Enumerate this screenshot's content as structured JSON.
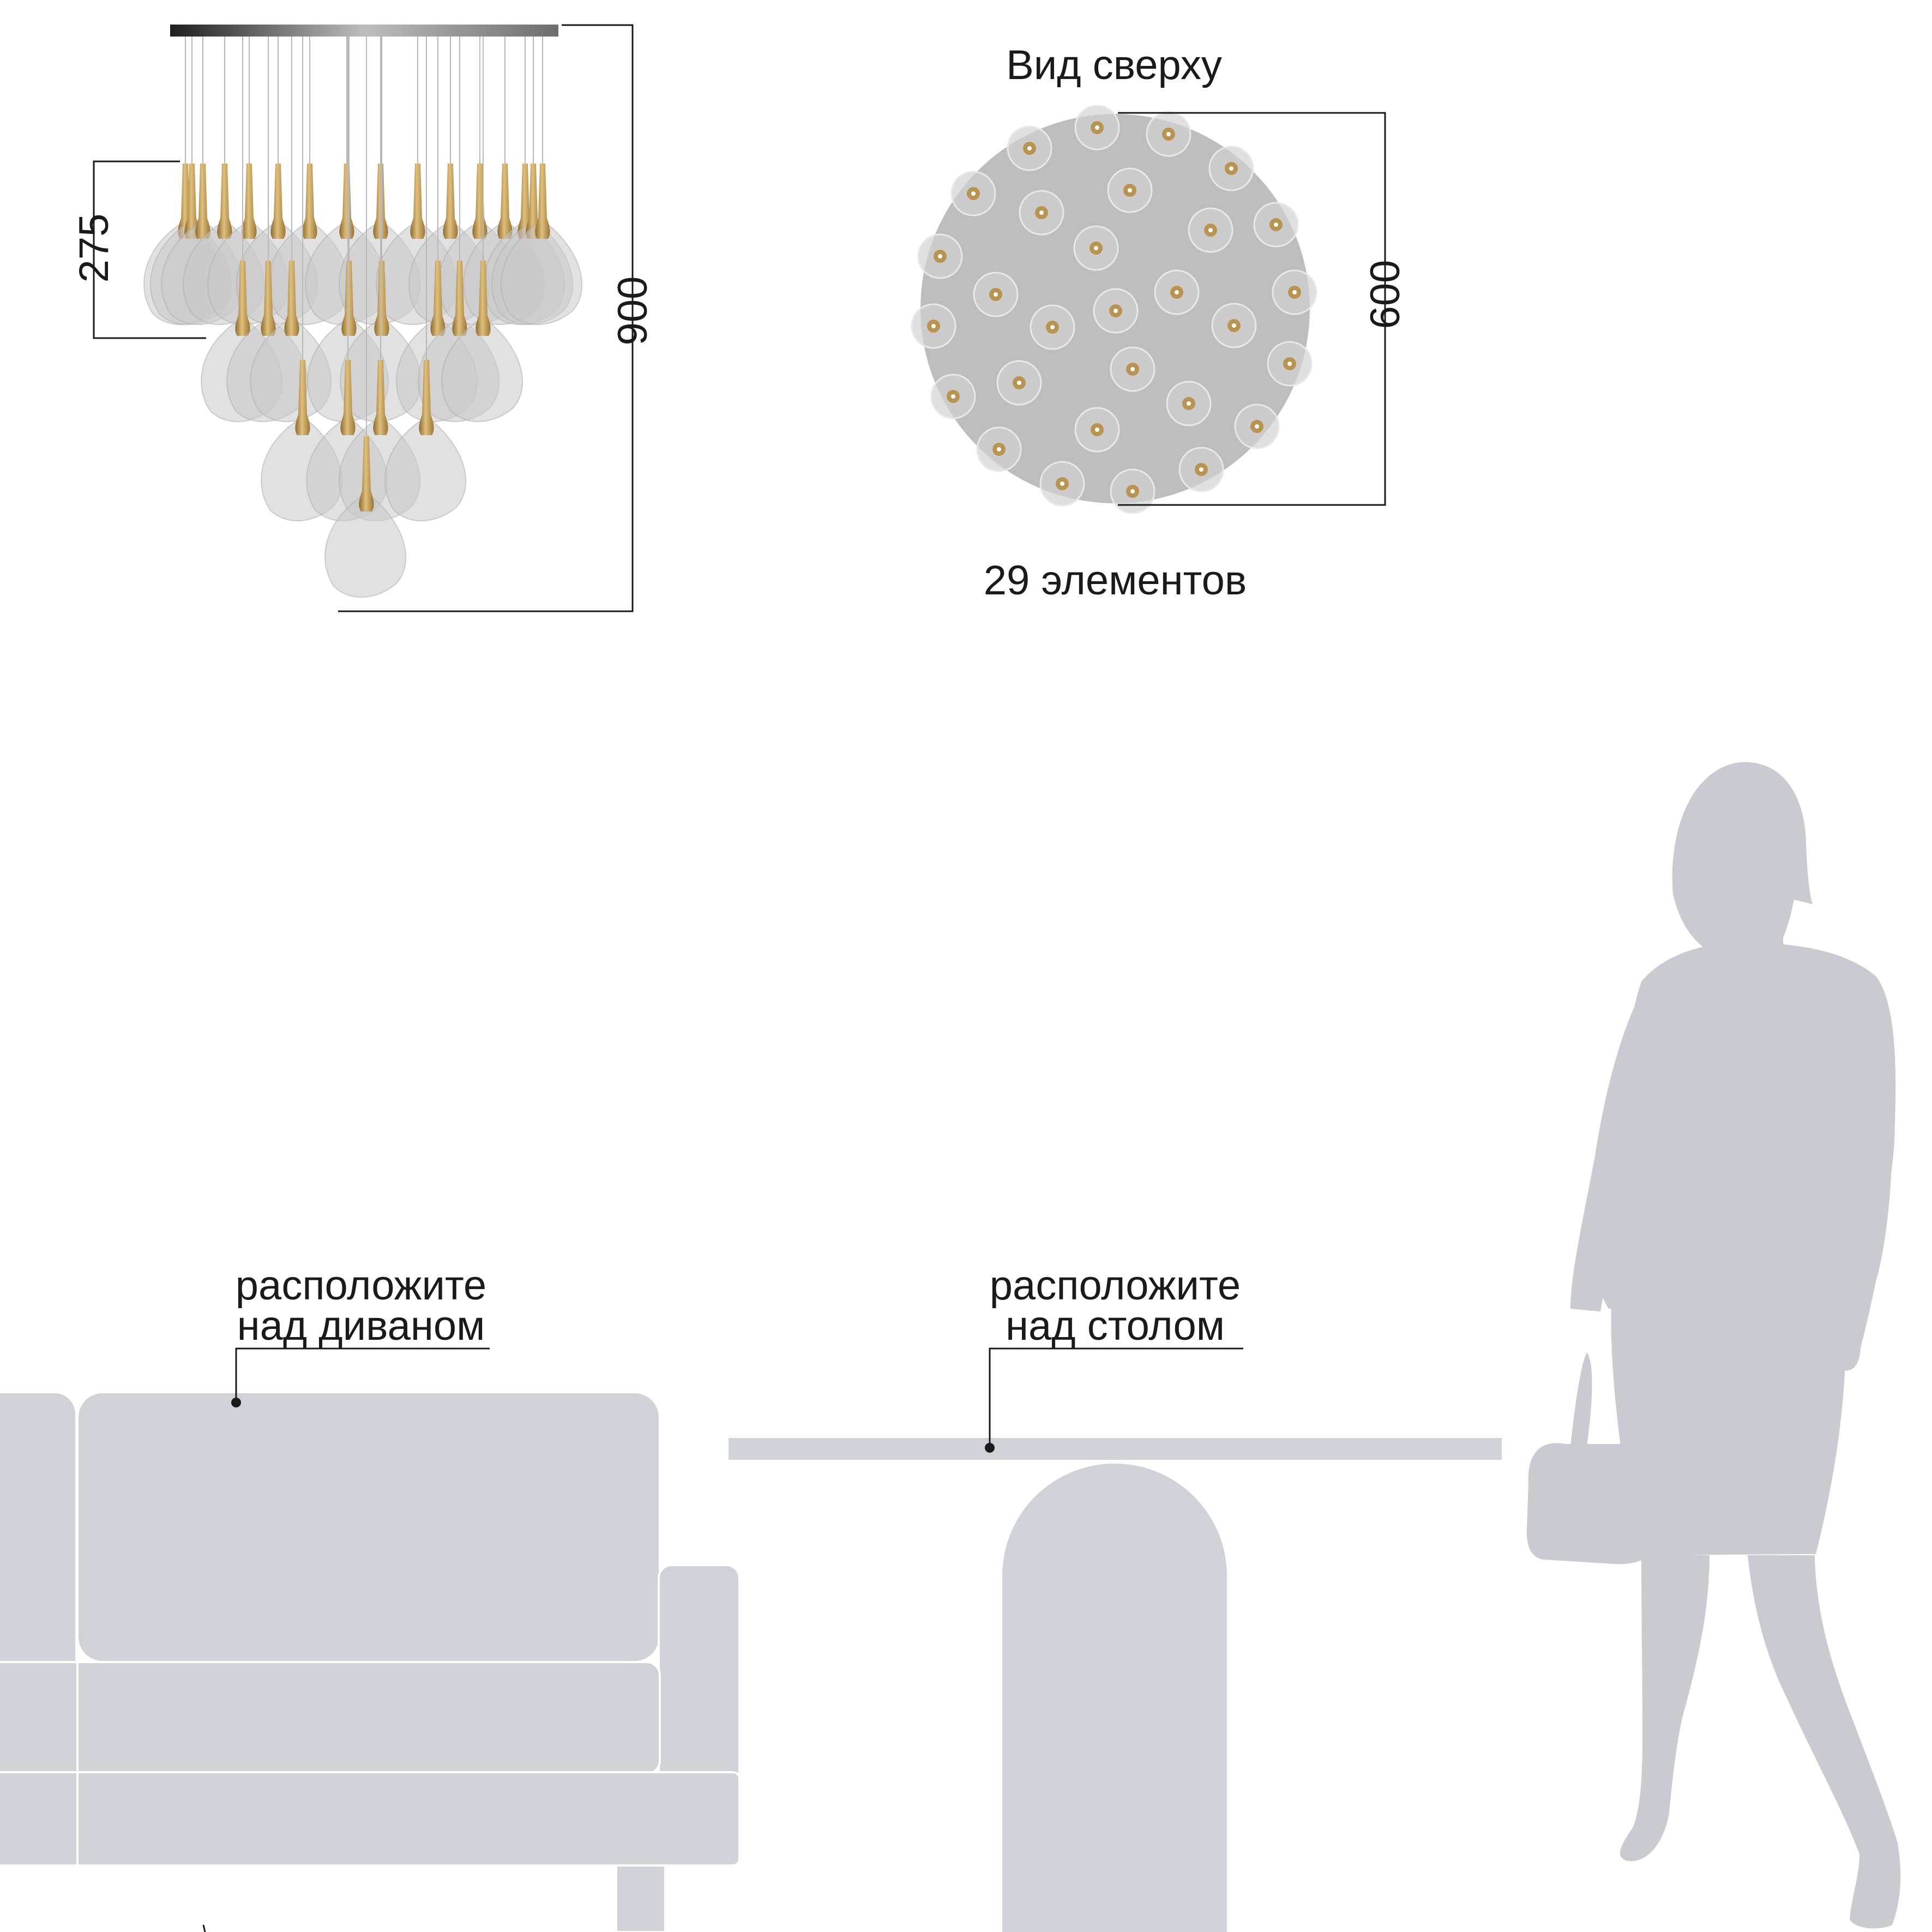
{
  "dimensions": {
    "element_height": "275",
    "total_height": "900",
    "diameter": "600"
  },
  "top_view": {
    "title": "Вид сверху",
    "element_count_label": "29 элементов"
  },
  "placement": {
    "sofa_label_line1": "расположите",
    "sofa_label_line2": "над диваном",
    "table_label_line1": "расположите",
    "table_label_line2": "над столом"
  },
  "colors": {
    "furniture": "#cfd2d7",
    "silhouette": "#c9cbd0",
    "brass": "#b9944f",
    "glass": "#c9c9c9",
    "top_disc": "#bcbcbc",
    "line": "#1a1a1a"
  }
}
